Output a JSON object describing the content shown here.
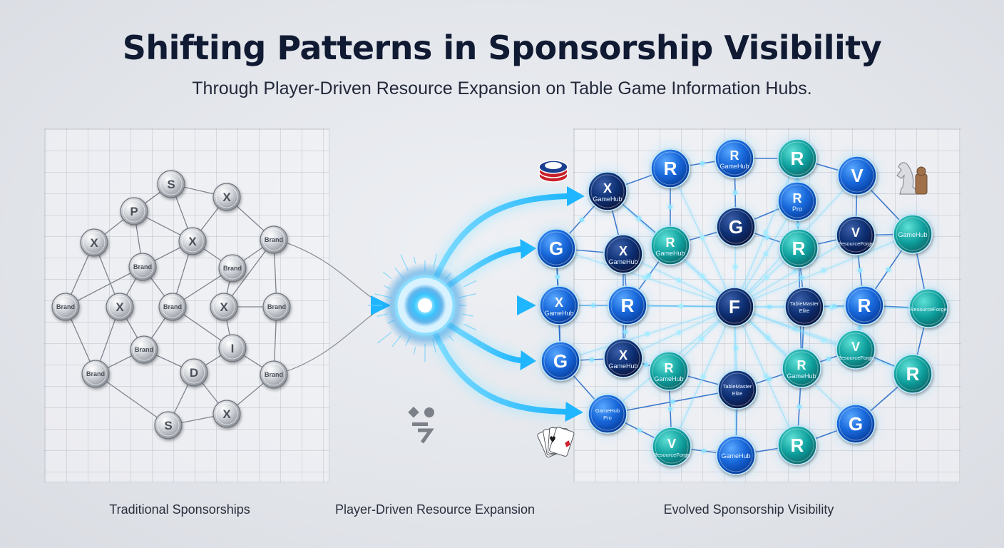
{
  "title": "Shifting Patterns in Sponsorship Visibility",
  "subtitle": "Through Player-Driven Resource Expansion on Table Game Information Hubs.",
  "captions": {
    "left": "Traditional Sponsorships",
    "middle": "Player-Driven Resource Expansion",
    "right": "Evolved Sponsorship Visibility"
  },
  "colors": {
    "title": "#111a33",
    "silver": "#c4c7cd",
    "accent_blue": "#1fb6ff",
    "node_blue": "#1565d8",
    "node_navy": "#0d2f73",
    "node_teal": "#12a3a0"
  },
  "icons": {
    "poker_chip": "poker-chip-icon",
    "chess": "chess-knight-icon",
    "cards": "playing-cards-icon",
    "abstract": "abstract-glyph-icon"
  },
  "left_network": {
    "nodes": [
      {
        "label": "S"
      },
      {
        "label": "X"
      },
      {
        "label": "P"
      },
      {
        "label": "X"
      },
      {
        "label": "X"
      },
      {
        "label": "Brand"
      },
      {
        "label": "Brand"
      },
      {
        "label": "Brand"
      },
      {
        "label": "Brand"
      },
      {
        "label": "X"
      },
      {
        "label": "Brand"
      },
      {
        "label": "X"
      },
      {
        "label": "Brand"
      },
      {
        "label": "Brand"
      },
      {
        "label": "I"
      },
      {
        "label": "Brand"
      },
      {
        "label": "Brand"
      },
      {
        "label": "D"
      },
      {
        "label": "S"
      },
      {
        "label": "X"
      }
    ]
  },
  "right_network": {
    "nodes": [
      {
        "label": "R",
        "sub": "GameHub",
        "tone": "blue"
      },
      {
        "label": "R",
        "sub": "",
        "tone": "blue"
      },
      {
        "label": "R",
        "sub": "",
        "tone": "teal"
      },
      {
        "label": "V",
        "sub": "",
        "tone": "blue"
      },
      {
        "label": "X",
        "sub": "GameHub",
        "tone": "navy"
      },
      {
        "label": "R",
        "sub": "Pro",
        "tone": "blue"
      },
      {
        "label": "G",
        "sub": "",
        "tone": "blue"
      },
      {
        "label": "G",
        "sub": "",
        "tone": "navy"
      },
      {
        "label": "X",
        "sub": "GameHub",
        "tone": "navy"
      },
      {
        "label": "R",
        "sub": "GameHub",
        "tone": "teal"
      },
      {
        "label": "R",
        "sub": "",
        "tone": "teal"
      },
      {
        "label": "V",
        "sub": "ResourceForge",
        "tone": "navy"
      },
      {
        "label": "",
        "sub": "GameHub",
        "tone": "teal"
      },
      {
        "label": "X",
        "sub": "GameHub",
        "tone": "blue"
      },
      {
        "label": "R",
        "sub": "",
        "tone": "blue"
      },
      {
        "label": "F",
        "sub": "",
        "tone": "navy"
      },
      {
        "label": "",
        "sub": "TableMaster Elite",
        "tone": "navy"
      },
      {
        "label": "R",
        "sub": "",
        "tone": "blue"
      },
      {
        "label": "",
        "sub": "ResourceForge",
        "tone": "teal"
      },
      {
        "label": "G",
        "sub": "",
        "tone": "blue"
      },
      {
        "label": "X",
        "sub": "GameHub",
        "tone": "navy"
      },
      {
        "label": "R",
        "sub": "GameHub",
        "tone": "teal"
      },
      {
        "label": "R",
        "sub": "GameHub",
        "tone": "teal"
      },
      {
        "label": "V",
        "sub": "ResourceForge",
        "tone": "teal"
      },
      {
        "label": "R",
        "sub": "",
        "tone": "teal"
      },
      {
        "label": "",
        "sub": "TableMaster Elite",
        "tone": "navy"
      },
      {
        "label": "",
        "sub": "GameHub Pro",
        "tone": "blue"
      },
      {
        "label": "G",
        "sub": "",
        "tone": "blue"
      },
      {
        "label": "V",
        "sub": "ResourceForge",
        "tone": "teal"
      },
      {
        "label": "",
        "sub": "GameHub",
        "tone": "blue"
      },
      {
        "label": "R",
        "sub": "",
        "tone": "teal"
      }
    ]
  }
}
